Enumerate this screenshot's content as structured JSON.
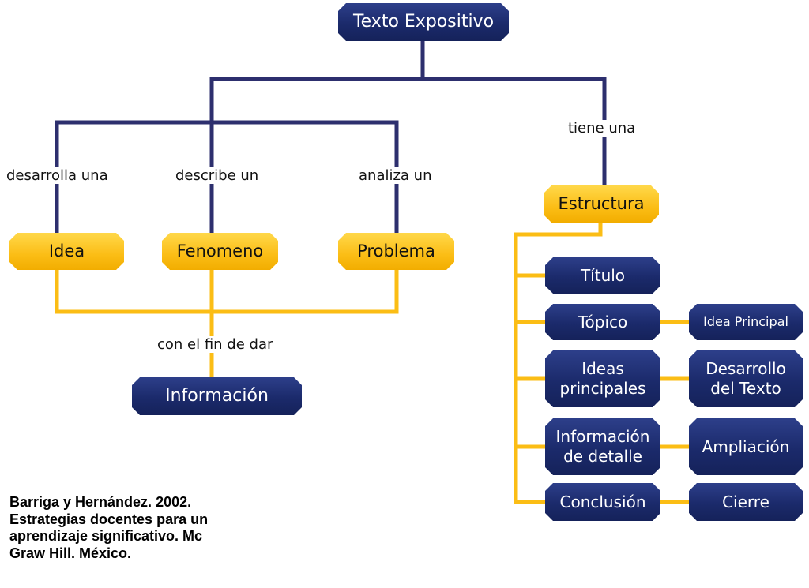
{
  "colors": {
    "dark_node": "#1b2a6b",
    "gold_node": "#fbbd15",
    "dark_line": "#2d2f6e",
    "gold_line": "#fbbd15"
  },
  "nodes": {
    "root": "Texto Expositivo",
    "idea": "Idea",
    "fenomeno": "Fenomeno",
    "problema": "Problema",
    "informacion": "Información",
    "estructura": "Estructura",
    "titulo": "Título",
    "topico": "Tópico",
    "ideas_principales": [
      "Ideas",
      "principales"
    ],
    "informacion_detalle": [
      "Información",
      "de detalle"
    ],
    "conclusion": "Conclusión",
    "idea_principal": "Idea Principal",
    "desarrollo_texto": [
      "Desarrollo",
      "del Texto"
    ],
    "ampliacion": "Ampliación",
    "cierre": "Cierre"
  },
  "labels": {
    "desarrolla": "desarrolla una",
    "describe": "describe un",
    "analiza": "analiza un",
    "tiene": "tiene una",
    "con_fin": "con el fin de dar"
  },
  "citation": [
    "Barriga y Hernández. 2002.",
    "Estrategias docentes para un",
    "aprendizaje significativo. Mc",
    "Graw Hill. México."
  ]
}
